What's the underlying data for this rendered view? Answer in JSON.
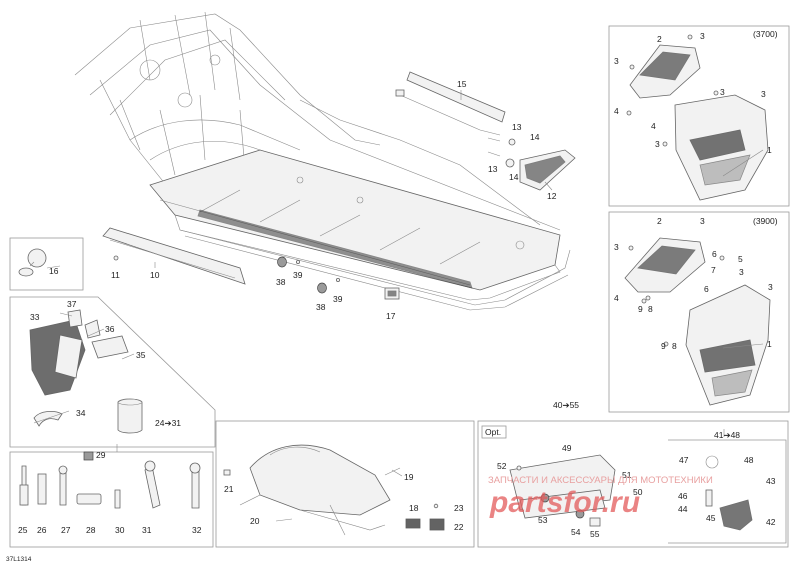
{
  "diagram_code": "37L1314",
  "variant_3700": "(3700)",
  "variant_3900": "(3900)",
  "opt_label": "Opt.",
  "range_40_55": "40➔55",
  "range_41_48": "41➔48",
  "range_24_31": "24➔31",
  "watermark": {
    "line1": "ЗАПЧАСТИ И АКСЕССУАРЫ ДЛЯ МОТОТЕХНИКИ",
    "brand": "partsfor.ru"
  },
  "callouts": {
    "n1": "1",
    "n2": "2",
    "n3": "3",
    "n4": "4",
    "n5": "5",
    "n6": "6",
    "n7": "7",
    "n8": "8",
    "n9": "9",
    "n10": "10",
    "n11": "11",
    "n12": "12",
    "n13": "13",
    "n14": "14",
    "n15": "15",
    "n16": "16",
    "n17": "17",
    "n18": "18",
    "n19": "19",
    "n20": "20",
    "n21": "21",
    "n22": "22",
    "n23": "23",
    "n25": "25",
    "n26": "26",
    "n27": "27",
    "n28": "28",
    "n29": "29",
    "n30": "30",
    "n31": "31",
    "n32": "32",
    "n33": "33",
    "n34": "34",
    "n35": "35",
    "n36": "36",
    "n37": "37",
    "n38": "38",
    "n39": "39",
    "n42": "42",
    "n43": "43",
    "n44": "44",
    "n45": "45",
    "n46": "46",
    "n47": "47",
    "n48": "48",
    "n49": "49",
    "n50": "50",
    "n51": "51",
    "n52": "52",
    "n53": "53",
    "n54": "54",
    "n55": "55"
  }
}
